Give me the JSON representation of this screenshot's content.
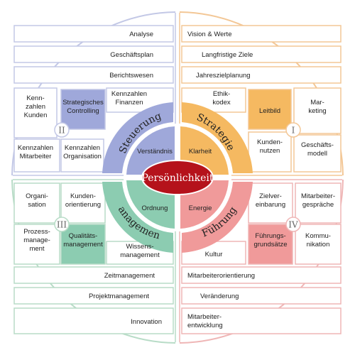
{
  "center": {
    "label": "Persönlichkeit"
  },
  "colors": {
    "blue": "#9FA8DA",
    "orange": "#F5B961",
    "green": "#8CCCB1",
    "red": "#F09A9A",
    "center_red": "#B5121B",
    "outline_blue": "#C3C8E6",
    "outline_orange": "#F3C796",
    "outline_green": "#B8DCC7",
    "outline_red": "#EFB6B6"
  },
  "quadrants": {
    "steuerung": {
      "title": "Steuerung",
      "number": "II",
      "inner": "Verständnis",
      "outer_rows": [
        "Analyse",
        "Geschäftsplan",
        "Berichtswesen"
      ],
      "boxes": [
        [
          "Kenn-",
          "zahlen",
          "Kunden"
        ],
        [
          "Strategisches",
          "Controlling"
        ],
        [
          "Kennzahlen",
          "Finanzen"
        ],
        [
          "Kennzahlen",
          "Mitarbeiter"
        ],
        [
          "Kennzahlen",
          "Organisation"
        ]
      ]
    },
    "strategie": {
      "title": "Strategie",
      "number": "I",
      "inner": "Klarheit",
      "outer_rows": [
        "Vision & Werte",
        "Langfristige Ziele",
        "Jahreszielplanung"
      ],
      "boxes": [
        [
          "Ethik-",
          "kodex"
        ],
        [
          "Leitbild"
        ],
        [
          "Mar-",
          "keting"
        ],
        [
          "Kunden-",
          "nutzen"
        ],
        [
          "Geschäfts-",
          "modell"
        ]
      ]
    },
    "management": {
      "title": "Management",
      "number": "III",
      "inner": "Ordnung",
      "outer_rows": [
        "Zeitmanagement",
        "Projektmanagement",
        "Innovation"
      ],
      "boxes": [
        [
          "Organi-",
          "sation"
        ],
        [
          "Kunden-",
          "orientierung"
        ],
        [
          "Prozess-",
          "manage-",
          "ment"
        ],
        [
          "Qualitäts-",
          "management"
        ],
        [
          "Wissens-",
          "management"
        ]
      ]
    },
    "fuehrung": {
      "title": "Führung",
      "number": "IV",
      "inner": "Energie",
      "outer_rows": [
        "Mitarbeiterorientierung",
        "Veränderung",
        "Mitarbeiter-entwicklung"
      ],
      "boxes": [
        [
          "Zielver-",
          "einbarung"
        ],
        [
          "Mitarbeiter-",
          "gespräche"
        ],
        [
          "Führungs-",
          "grundsätze"
        ],
        [
          "Kommu-",
          "nikation"
        ],
        [
          "Kultur"
        ]
      ]
    }
  }
}
